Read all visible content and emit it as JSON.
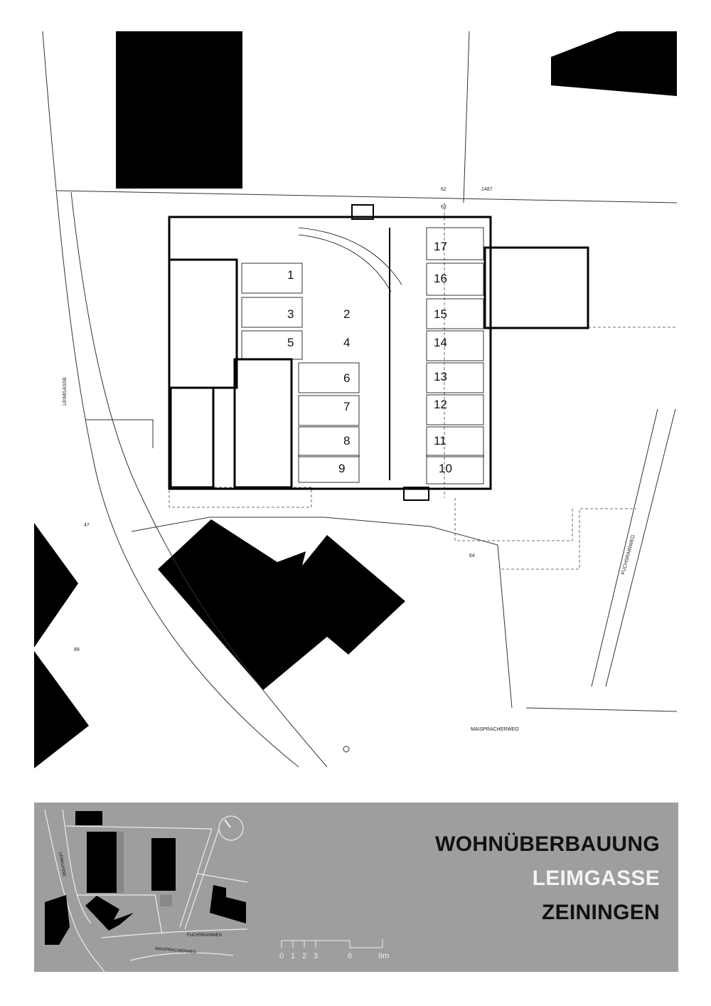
{
  "plan": {
    "parcel_labels": [
      "62",
      "1487",
      "63",
      "47",
      "64",
      "89"
    ],
    "streets": {
      "west": "LEIMGASSE",
      "south": "MAISPRACHERWEG",
      "east": "FUCHSRAINWEG"
    },
    "parking_spaces": [
      "1",
      "2",
      "3",
      "4",
      "5",
      "6",
      "7",
      "8",
      "9",
      "10",
      "11",
      "12",
      "13",
      "14",
      "15",
      "16",
      "17"
    ]
  },
  "legend": {
    "title_line1": "WOHNÜBERBAUUNG",
    "title_line2": "LEIMGASSE",
    "title_line3": "ZEININGEN",
    "scale_labels": [
      "0",
      "1",
      "2",
      "3",
      "6",
      "9m"
    ],
    "site_map_streets": [
      "LEIMGASSE",
      "FUCHSRAINWEG",
      "MAISPRACHERWEG"
    ],
    "panel_color": "#9f9d9f"
  }
}
